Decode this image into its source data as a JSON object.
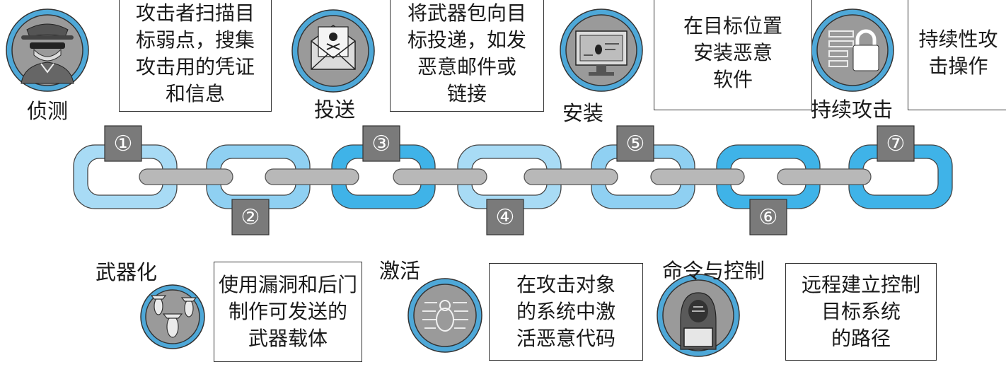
{
  "title": "攻击链七个阶段",
  "colors": {
    "link_light": "#a8dbf5",
    "link_mid": "#8fd0f2",
    "link_dark": "#3fb3e8",
    "connector": "#b8b8b8",
    "badge": "#7a7a7a",
    "icon_ring": "#4ea8d8",
    "icon_fill": "#9a9a9a"
  },
  "stages": [
    {
      "number": "①",
      "label": "侦测",
      "icon": "hacker-spy-icon",
      "description": "攻击者扫描目\n标弱点，搜集\n攻击用的凭证\n和信息"
    },
    {
      "number": "②",
      "label": "武器化",
      "icon": "missiles-icon",
      "description": "使用漏洞和后门\n制作可发送的\n武器载体"
    },
    {
      "number": "③",
      "label": "投送",
      "icon": "malicious-email-icon",
      "description": "将武器包向目\n标投递，如发\n恶意邮件或\n链接"
    },
    {
      "number": "④",
      "label": "激活",
      "icon": "bug-activation-icon",
      "description": "在攻击对象\n的系统中激\n活恶意代码"
    },
    {
      "number": "⑤",
      "label": "安装",
      "icon": "monitor-bug-icon",
      "description": "在目标位置\n安装恶意\n软件"
    },
    {
      "number": "⑥",
      "label": "命令与控制",
      "icon": "hooded-hacker-laptop-icon",
      "description": "远程建立控制\n目标系统\n的路径"
    },
    {
      "number": "⑦",
      "label": "持续攻击",
      "icon": "padlock-form-icon",
      "description": "持续性攻\n击操作"
    }
  ]
}
